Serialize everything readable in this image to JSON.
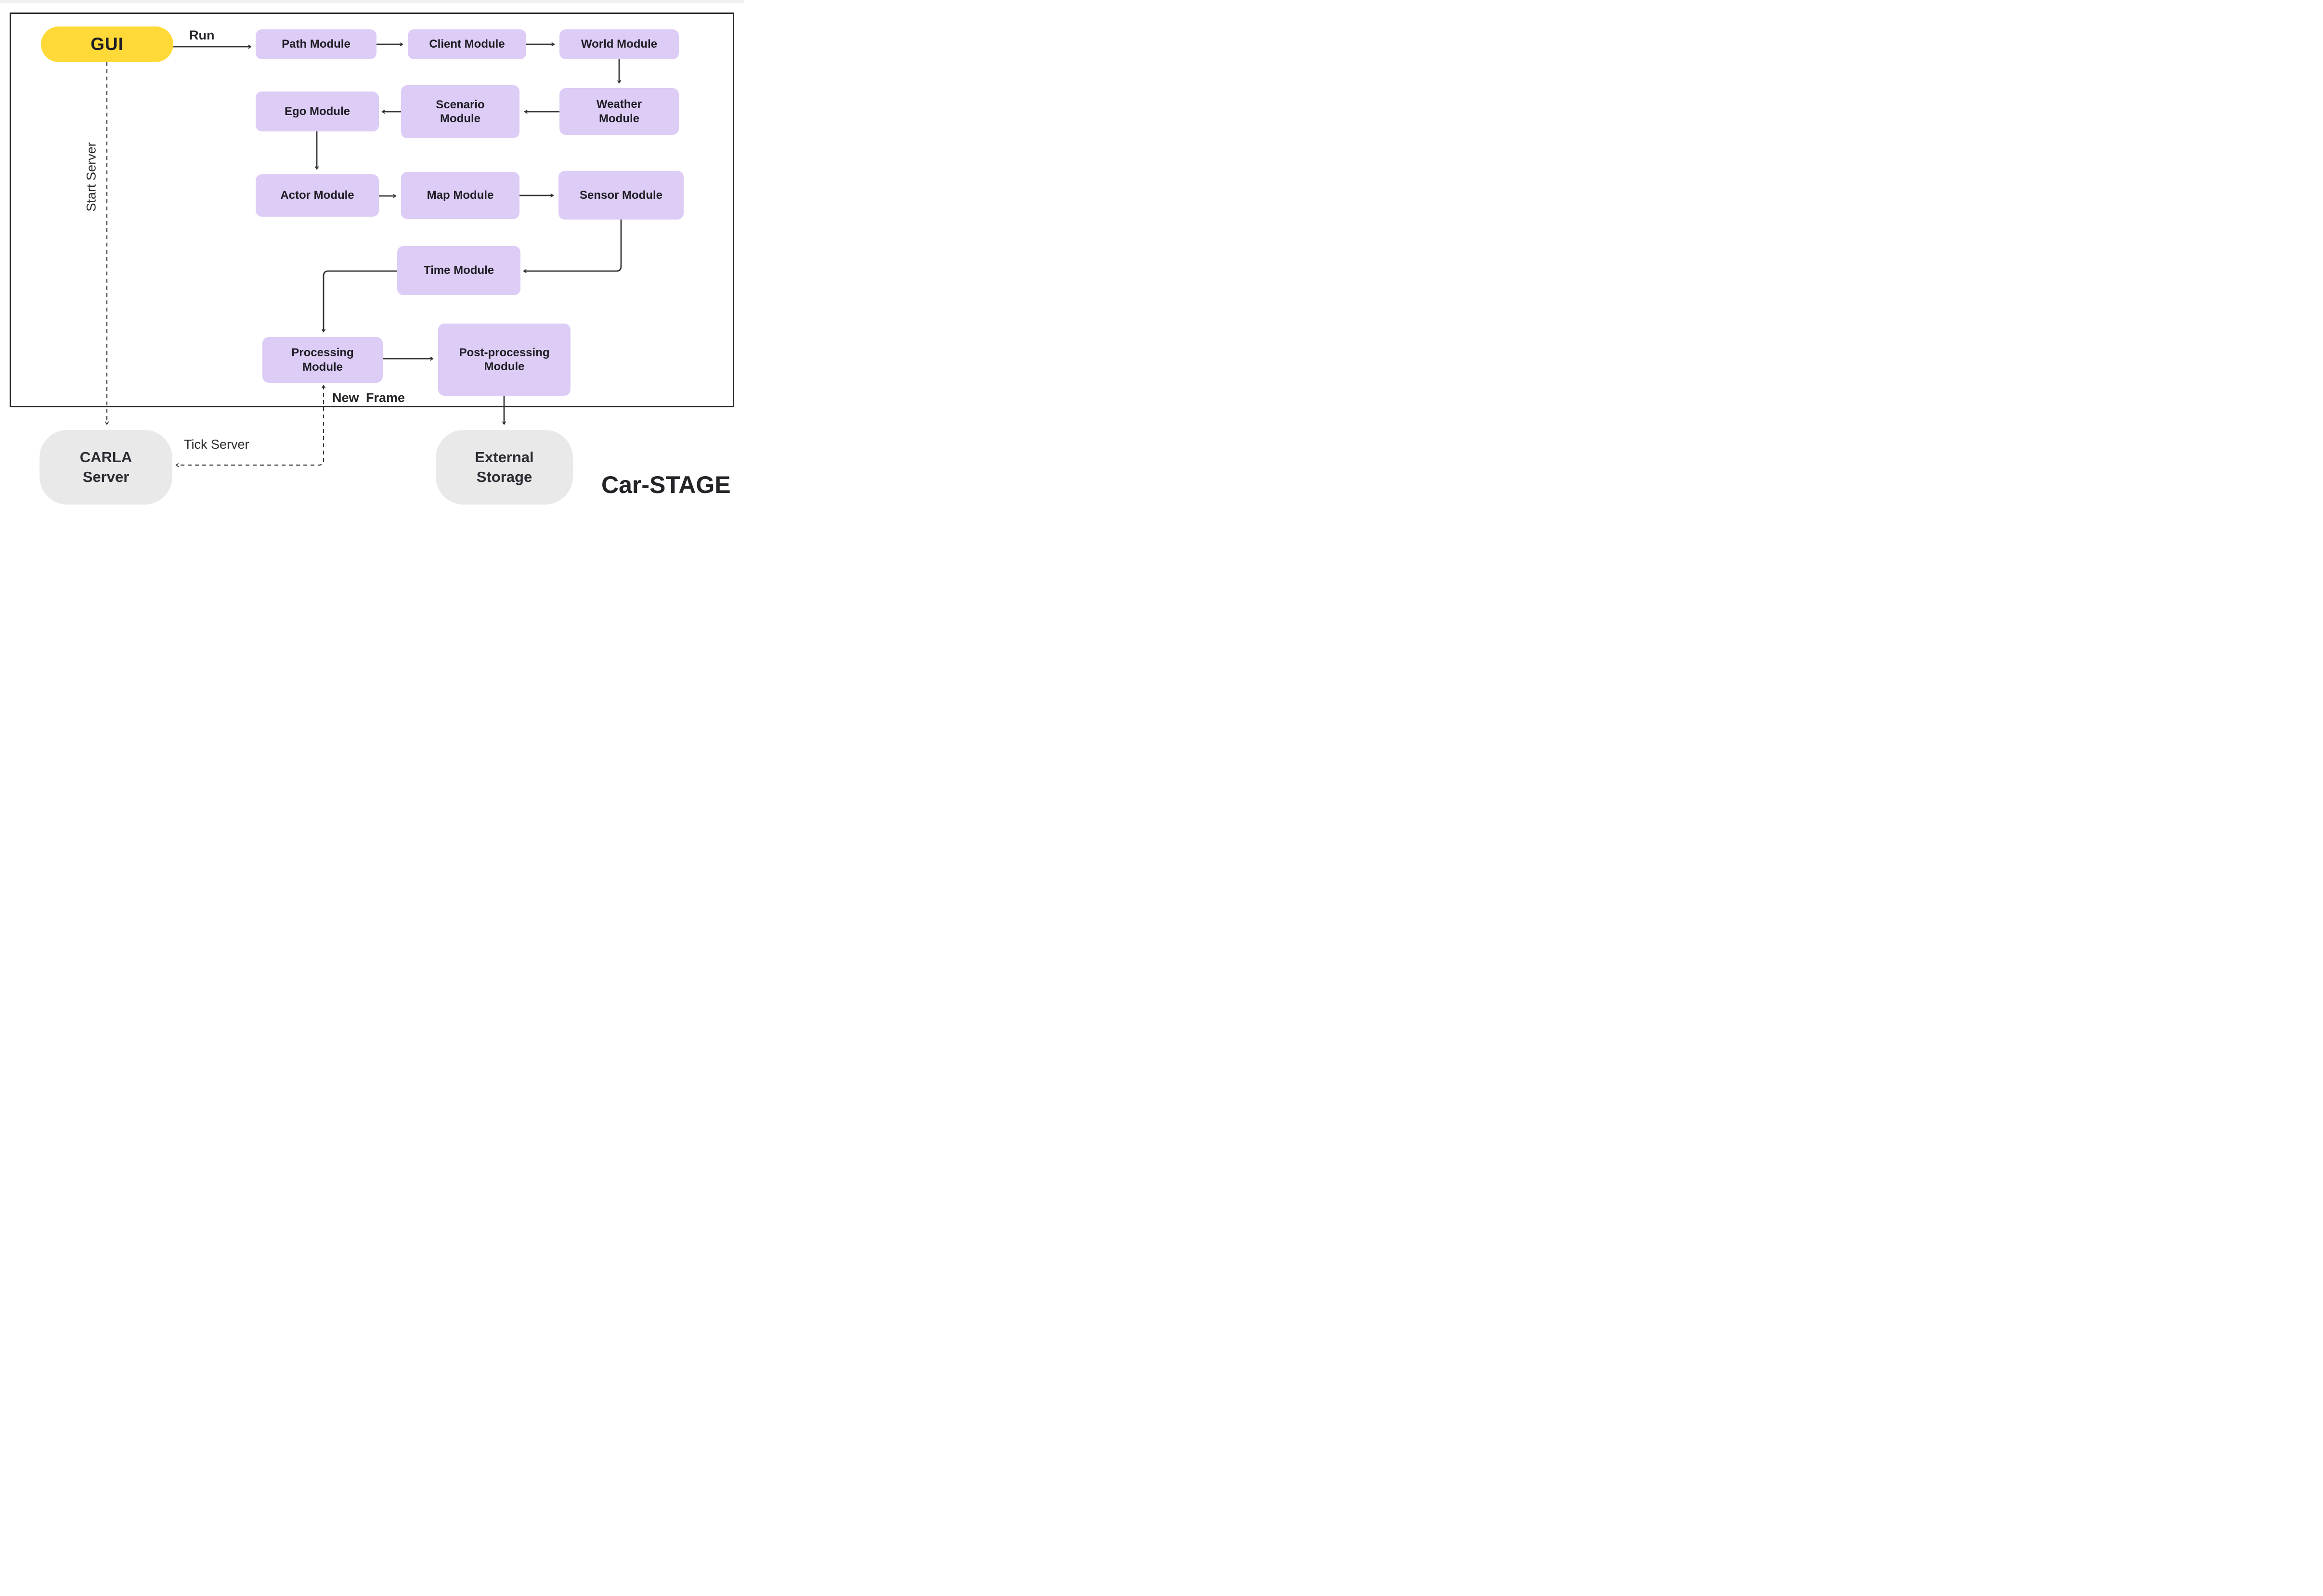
{
  "title": "Car-STAGE",
  "colors": {
    "module_fill": "#ddccf5",
    "gui_fill": "#ffd938",
    "server_fill": "#e9e9e9",
    "line": "#353338",
    "frame_border": "#242429",
    "text": "#1e1e24"
  },
  "nodes": {
    "gui": {
      "label": "GUI"
    },
    "path": {
      "label": "Path Module"
    },
    "client": {
      "label": "Client Module"
    },
    "world": {
      "label": "World Module"
    },
    "weather": {
      "label": "Weather Module"
    },
    "scenario": {
      "label": "Scenario Module"
    },
    "ego": {
      "label": "Ego Module"
    },
    "actor": {
      "label": "Actor Module"
    },
    "map": {
      "label": "Map Module"
    },
    "sensor": {
      "label": "Sensor Module"
    },
    "time": {
      "label": "Time Module"
    },
    "processing": {
      "label": "Processing Module"
    },
    "post": {
      "label": "Post-processing Module"
    },
    "carla": {
      "label": "CARLA Server"
    },
    "external": {
      "label": "External Storage"
    }
  },
  "edge_labels": {
    "run": "Run",
    "start_server": "Start Server",
    "tick_server": "Tick Server",
    "new_frame": "New Frame"
  }
}
